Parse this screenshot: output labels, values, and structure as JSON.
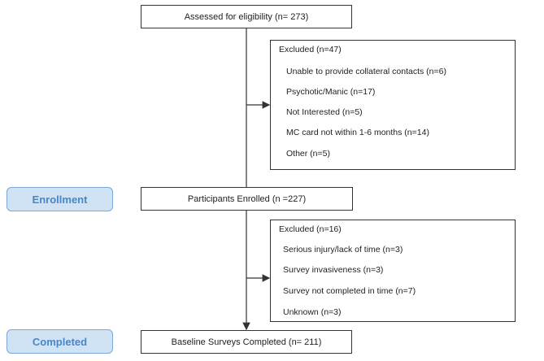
{
  "assessed": "Assessed for eligibility (n= 273)",
  "excluded_1": {
    "title": "Excluded (n=47)",
    "items": [
      "Unable to provide collateral contacts (n=6)",
      "Psychotic/Manic (n=17)",
      "Not Interested (n=5)",
      "MC card not within 1-6 months (n=14)",
      "Other (n=5)"
    ]
  },
  "enrollment_label": "Enrollment",
  "enrolled": "Participants Enrolled (n =227)",
  "excluded_2": {
    "title": "Excluded (n=16)",
    "items": [
      "Serious injury/lack of time (n=3)",
      "Survey invasiveness (n=3)",
      "Survey not completed in time (n=7)",
      "Unknown (n=3)"
    ]
  },
  "completed_label": "Completed",
  "completed": "Baseline Surveys Completed (n= 211)",
  "colors": {
    "stage_fill": "#cfe3f5",
    "stage_border": "#7aa9d6",
    "stage_text": "#4a86c5",
    "line": "#333333"
  }
}
